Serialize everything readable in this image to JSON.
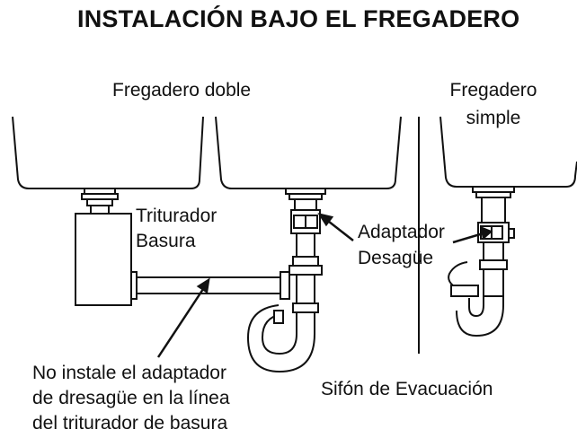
{
  "title": "INSTALACIÓN BAJO EL FREGADERO",
  "labels": {
    "double_sink": "Fregadero doble",
    "single_sink_line1": "Fregadero",
    "single_sink_line2": "simple",
    "disposer_line1": "Triturador",
    "disposer_line2": "Basura",
    "adapter_line1": "Adaptador",
    "adapter_line2": "Desagüe",
    "trap": "Sifón de Evacuación",
    "note_line1": "No instale el adaptador",
    "note_line2": "de dresagüe en la línea",
    "note_line3": "del triturador de basura"
  }
}
